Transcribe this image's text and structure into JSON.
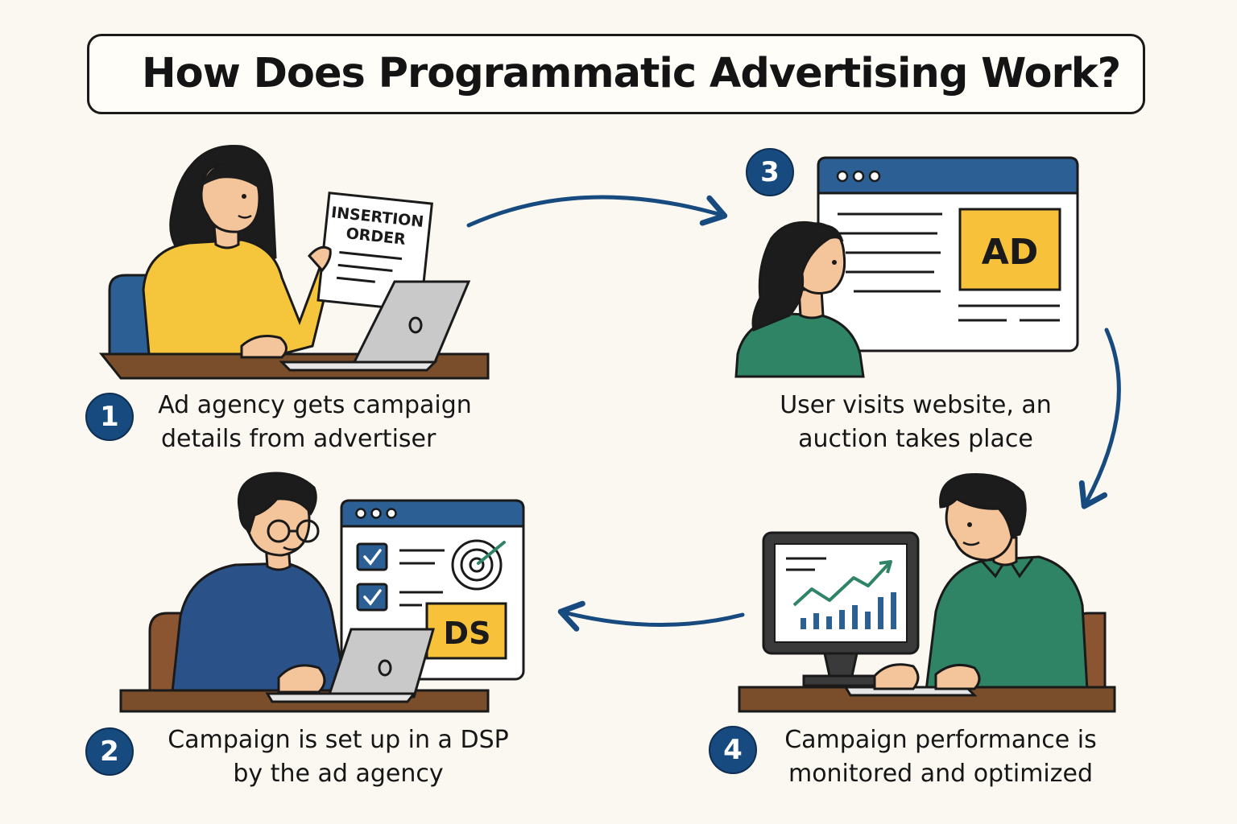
{
  "title": "How Does Programmatic Advertising Work?",
  "steps": [
    {
      "number": "1",
      "line1": "Ad agency gets campaign",
      "line2": "details from advertiser"
    },
    {
      "number": "2",
      "line1": "Campaign is set up in a DSP",
      "line2": "by the ad agency"
    },
    {
      "number": "3",
      "line1": "User visits website, an",
      "line2": "auction takes place"
    },
    {
      "number": "4",
      "line1": "Campaign performance is",
      "line2": "monitored and optimized"
    }
  ],
  "document": {
    "line1": "INSERTION",
    "line2": "ORDER"
  },
  "ad_banner": "AD",
  "dsp_badge": "DS",
  "colors": {
    "background": "#fbf8f1",
    "accent_blue": "#174a7e",
    "yellow": "#f7c13a",
    "green": "#2f8466",
    "desk": "#7a4e2b"
  }
}
